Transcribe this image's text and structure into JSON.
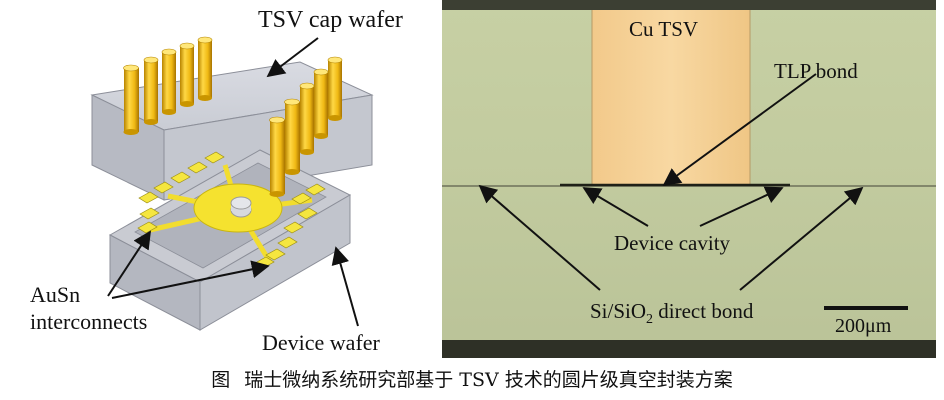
{
  "left_panel": {
    "labels": {
      "cap_wafer": "TSV cap wafer",
      "auSn_line1": "AuSn",
      "auSn_line2": "interconnects",
      "device_wafer": "Device wafer"
    }
  },
  "right_panel": {
    "labels": {
      "cu_tsv": "Cu TSV",
      "tlp_bond": "TLP bond",
      "device_cavity": "Device cavity",
      "direct_bond": "Si/SiO",
      "direct_bond_sub": "2",
      "direct_bond_tail": " direct bond",
      "scale": "200μm"
    }
  },
  "caption": {
    "figure_label": "图",
    "text": "瑞士微纳系统研究部基于 TSV 技术的圆片级真空封装方案"
  }
}
